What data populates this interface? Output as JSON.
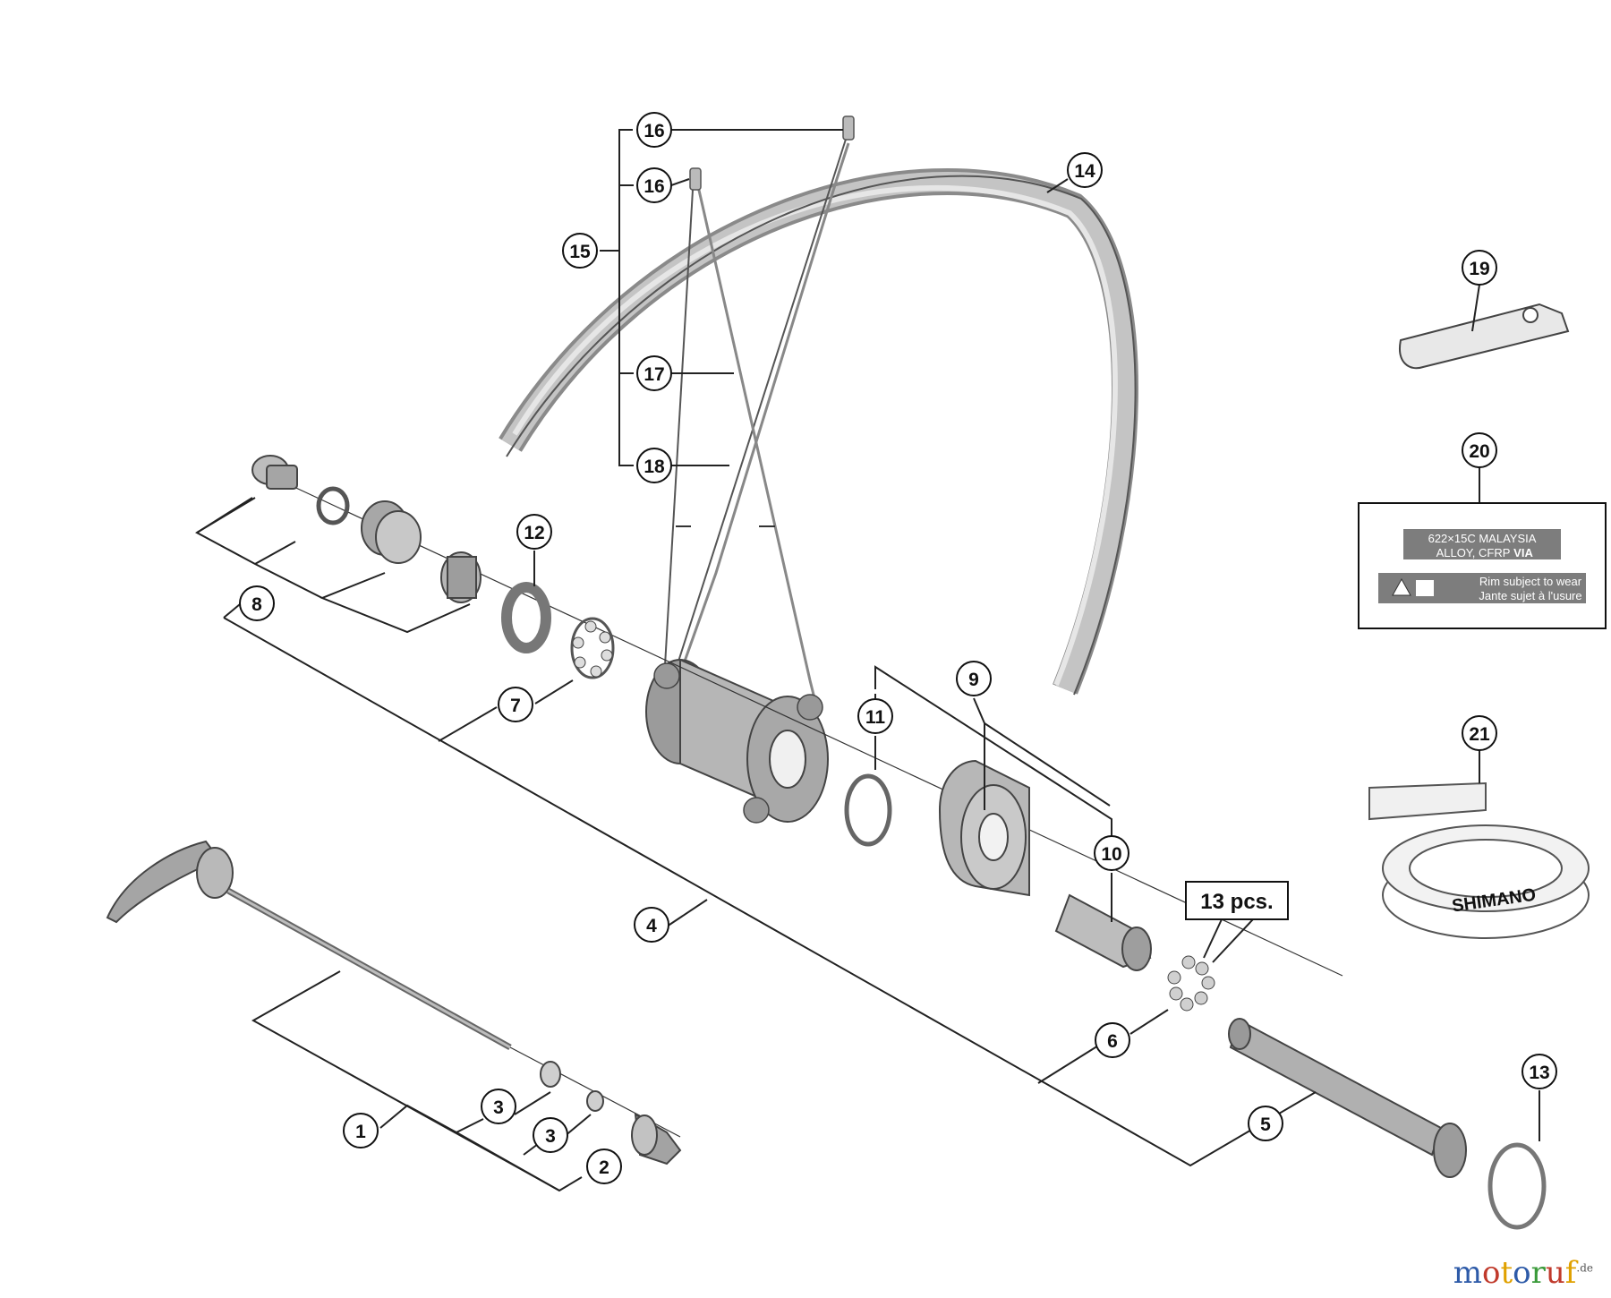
{
  "callouts": [
    {
      "id": "c1",
      "label": "1"
    },
    {
      "id": "c2",
      "label": "2"
    },
    {
      "id": "c3a",
      "label": "3"
    },
    {
      "id": "c3b",
      "label": "3"
    },
    {
      "id": "c4",
      "label": "4"
    },
    {
      "id": "c5",
      "label": "5"
    },
    {
      "id": "c6",
      "label": "6"
    },
    {
      "id": "c7",
      "label": "7"
    },
    {
      "id": "c8",
      "label": "8"
    },
    {
      "id": "c9",
      "label": "9"
    },
    {
      "id": "c10",
      "label": "10"
    },
    {
      "id": "c11",
      "label": "11"
    },
    {
      "id": "c12",
      "label": "12"
    },
    {
      "id": "c13",
      "label": "13"
    },
    {
      "id": "c14",
      "label": "14"
    },
    {
      "id": "c15",
      "label": "15"
    },
    {
      "id": "c16a",
      "label": "16"
    },
    {
      "id": "c16b",
      "label": "16"
    },
    {
      "id": "c17",
      "label": "17"
    },
    {
      "id": "c18",
      "label": "18"
    },
    {
      "id": "c19",
      "label": "19"
    },
    {
      "id": "c20",
      "label": "20"
    },
    {
      "id": "c21",
      "label": "21"
    }
  ],
  "qty_label": "13 pcs.",
  "rim_label": {
    "line1": "622×15C  MALAYSIA",
    "line2_prefix": "ALLOY, CFRP",
    "line2_suffix": "VIA",
    "warn1": "Rim subject to wear",
    "warn2": "Jante sujet à l'usure"
  },
  "rim_tape_brand": "SHIMANO",
  "watermark": {
    "parts": [
      "m",
      "o",
      "t",
      "o",
      "r",
      "u",
      "f"
    ],
    "tld": ".de",
    "colors": [
      "#2d5aa8",
      "#c0392b",
      "#e0a100",
      "#2d5aa8",
      "#3a9a3a",
      "#c0392b",
      "#e0a100"
    ]
  }
}
